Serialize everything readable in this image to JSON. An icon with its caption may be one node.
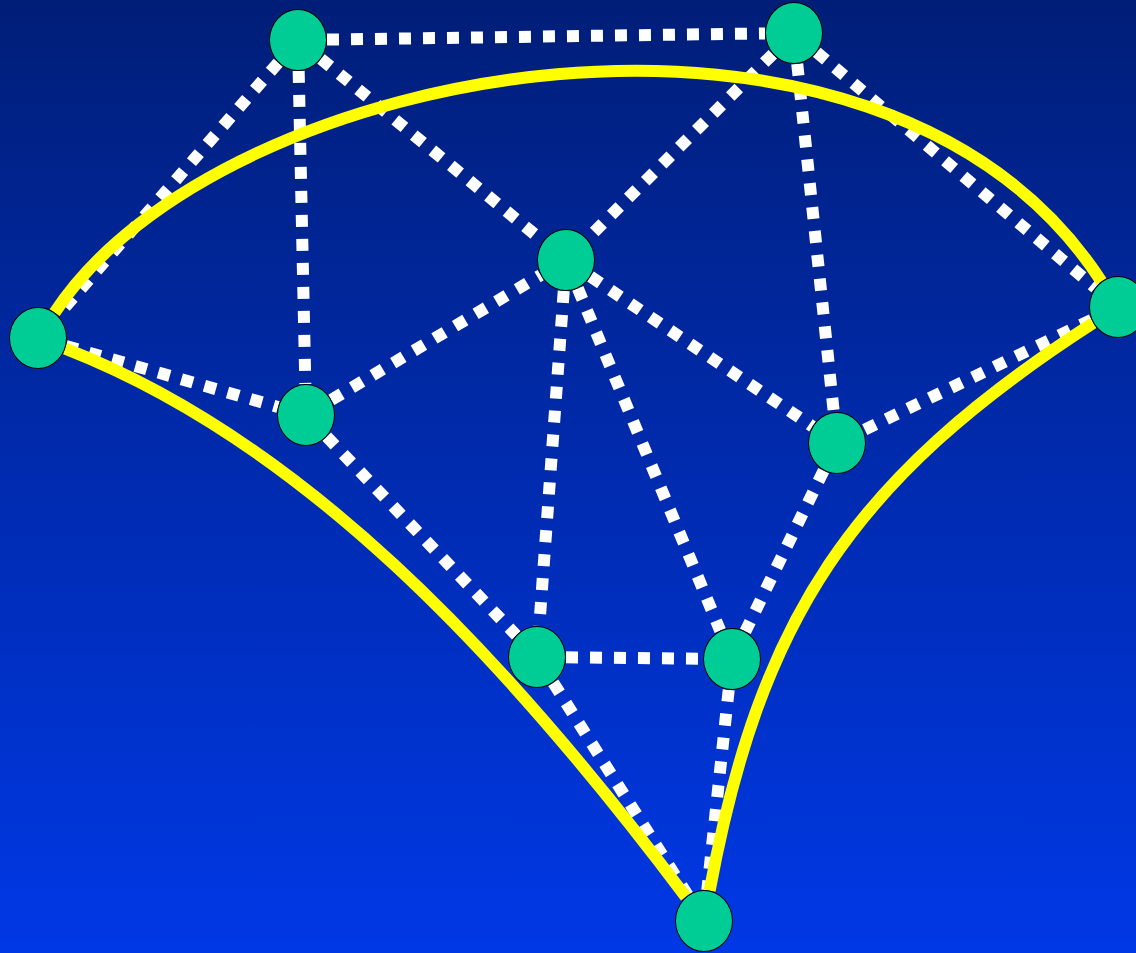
{
  "diagram": {
    "nodes": [
      {
        "text": [],
        "shape": "circle"
      },
      {
        "text": [],
        "shape": "circle"
      },
      {
        "text": [],
        "shape": "circle"
      },
      {
        "text": [],
        "shape": "circle"
      },
      {
        "text": [],
        "shape": "circle"
      },
      {
        "text": [],
        "shape": "circle"
      },
      {
        "text": [],
        "shape": "circle"
      },
      {
        "text": [],
        "shape": "circle"
      },
      {
        "text": [],
        "shape": "circle"
      },
      {
        "text": [],
        "shape": "circle"
      }
    ],
    "edges": [
      {
        "from": 0,
        "to": 1,
        "arrow": "none",
        "style": "dashed"
      },
      {
        "from": 0,
        "to": 2,
        "arrow": "none",
        "style": "dashed"
      },
      {
        "from": 0,
        "to": 5,
        "arrow": "none",
        "style": "dashed"
      },
      {
        "from": 0,
        "to": 3,
        "arrow": "none",
        "style": "dashed"
      },
      {
        "from": 1,
        "to": 3,
        "arrow": "none",
        "style": "dashed"
      },
      {
        "from": 1,
        "to": 4,
        "arrow": "none",
        "style": "dashed"
      },
      {
        "from": 1,
        "to": 6,
        "arrow": "none",
        "style": "dashed"
      },
      {
        "from": 2,
        "to": 5,
        "arrow": "none",
        "style": "dashed"
      },
      {
        "from": 5,
        "to": 3,
        "arrow": "none",
        "style": "dashed"
      },
      {
        "from": 5,
        "to": 7,
        "arrow": "none",
        "style": "dashed"
      },
      {
        "from": 3,
        "to": 7,
        "arrow": "none",
        "style": "dashed"
      },
      {
        "from": 3,
        "to": 8,
        "arrow": "none",
        "style": "dashed"
      },
      {
        "from": 3,
        "to": 6,
        "arrow": "none",
        "style": "dashed"
      },
      {
        "from": 4,
        "to": 6,
        "arrow": "none",
        "style": "dashed"
      },
      {
        "from": 6,
        "to": 8,
        "arrow": "none",
        "style": "dashed"
      },
      {
        "from": 7,
        "to": 8,
        "arrow": "none",
        "style": "dashed"
      },
      {
        "from": 7,
        "to": 9,
        "arrow": "none",
        "style": "dashed"
      },
      {
        "from": 8,
        "to": 9,
        "arrow": "none",
        "style": "dashed"
      },
      {
        "from": 2,
        "to": 4,
        "arrow": "none",
        "color": "#ffff00"
      },
      {
        "from": 2,
        "to": 9,
        "arrow": "none",
        "color": "#ffff00"
      },
      {
        "from": 4,
        "to": 9,
        "arrow": "none",
        "color": "#ffff00"
      }
    ]
  }
}
